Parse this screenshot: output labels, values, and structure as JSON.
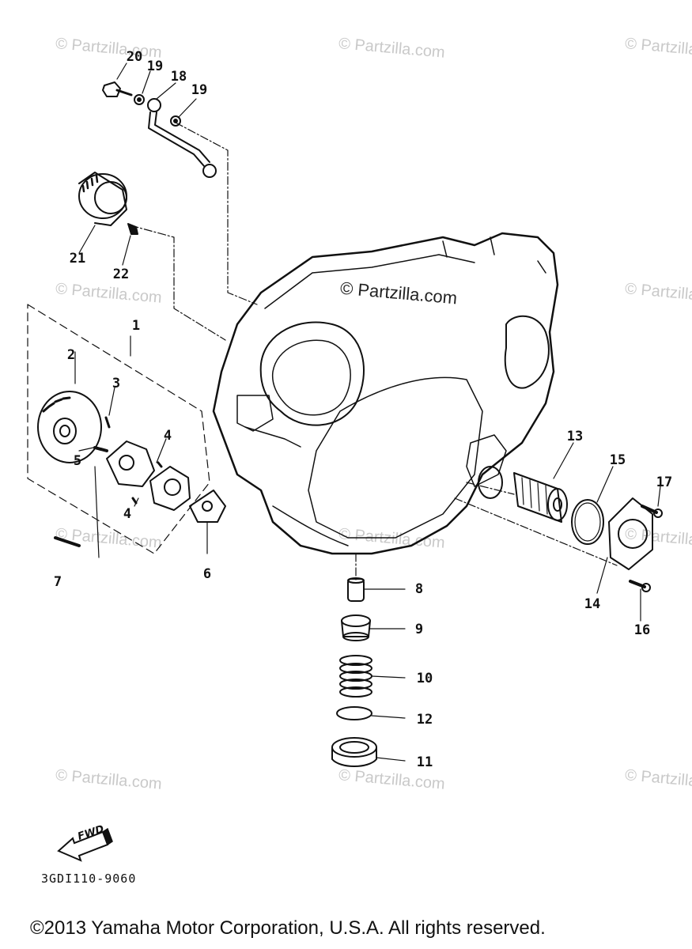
{
  "watermarks": {
    "corner_text": "© Partzilla.com",
    "main_text": "© Partzilla.com"
  },
  "callouts": {
    "c1": "1",
    "c2": "2",
    "c3": "3",
    "c4a": "4",
    "c4b": "4",
    "c5": "5",
    "c6": "6",
    "c7": "7",
    "c8": "8",
    "c9": "9",
    "c10": "10",
    "c11": "11",
    "c12": "12",
    "c13": "13",
    "c14": "14",
    "c15": "15",
    "c16": "16",
    "c17": "17",
    "c18": "18",
    "c19a": "19",
    "c19b": "19",
    "c20": "20",
    "c21": "21",
    "c22": "22"
  },
  "direction_label": "FWD",
  "diagram_code": "3GDI110-9060",
  "copyright": "©2013  Yamaha Motor Corporation, U.S.A. All rights reserved."
}
